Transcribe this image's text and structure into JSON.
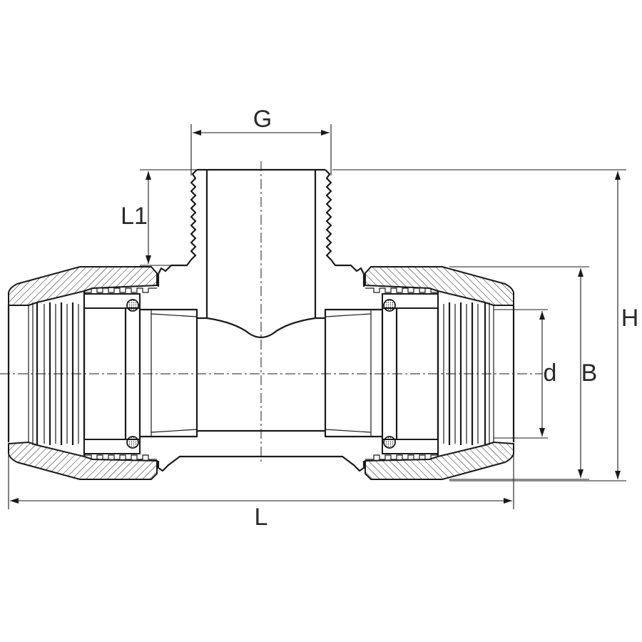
{
  "labels": {
    "G": "G",
    "L1": "L1",
    "H": "H",
    "B": "B",
    "d": "d",
    "L": "L"
  }
}
